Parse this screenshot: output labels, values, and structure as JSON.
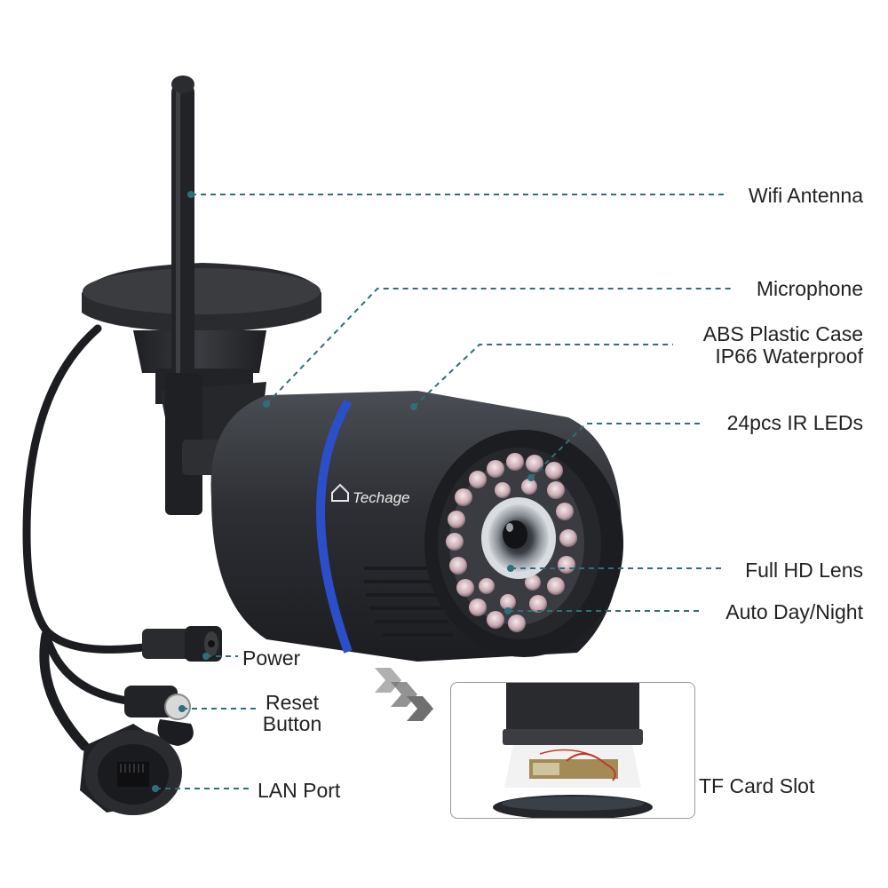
{
  "brand": "Techage",
  "callouts": {
    "wifi_antenna": "Wifi Antenna",
    "microphone": "Microphone",
    "case_line1": "ABS Plastic Case",
    "case_line2": "IP66 Waterproof",
    "ir_leds": "24pcs IR LEDs",
    "lens": "Full HD Lens",
    "day_night": "Auto Day/Night",
    "power": "Power",
    "reset_line1": "Reset",
    "reset_line2": "Button",
    "lan_port": "LAN Port",
    "tf_card": "TF Card Slot"
  },
  "colors": {
    "leader_line": "#2f6f78",
    "camera_body": "#2b2d31",
    "accent_ring": "#2a4fc9"
  }
}
